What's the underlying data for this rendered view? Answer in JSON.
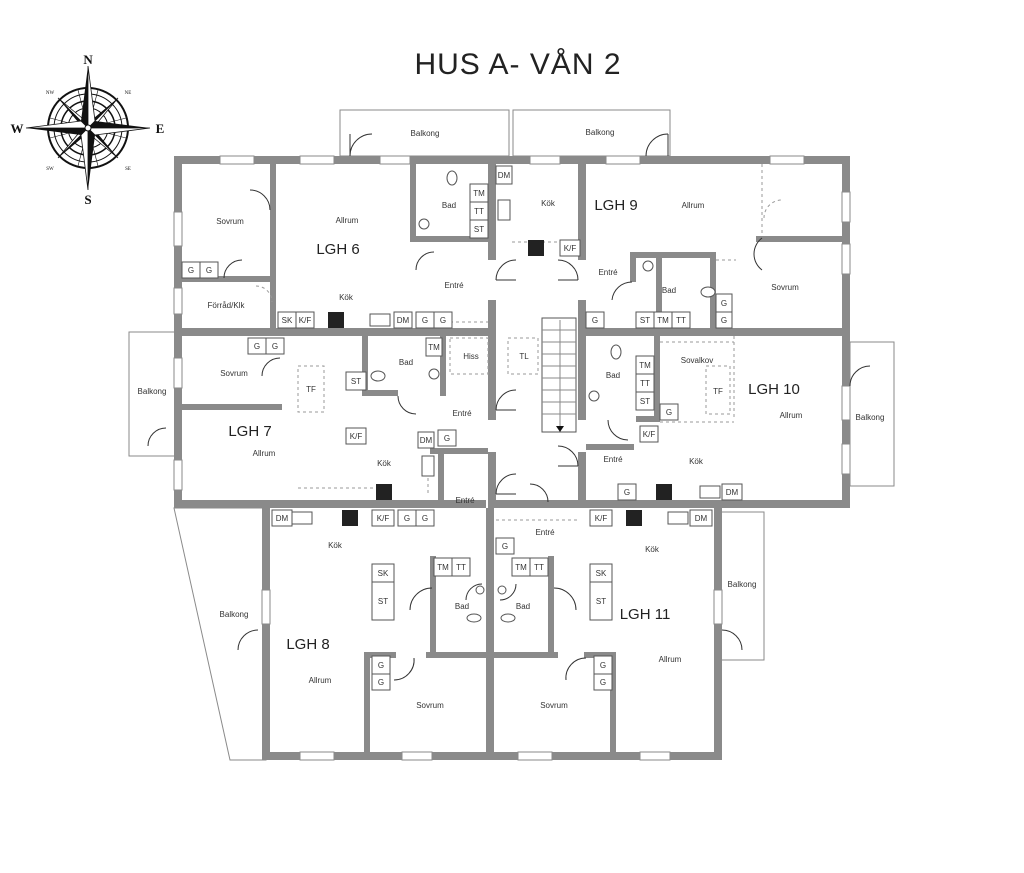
{
  "title": "HUS A- VÅN 2",
  "compass": {
    "n": "N",
    "s": "S",
    "e": "E",
    "w": "W",
    "nw": "NW",
    "ne": "NE",
    "sw": "SW",
    "se": "SE"
  },
  "apartments": {
    "lgh6": "LGH 6",
    "lgh7": "LGH 7",
    "lgh8": "LGH 8",
    "lgh9": "LGH 9",
    "lgh10": "LGH 10",
    "lgh11": "LGH 11"
  },
  "rooms": {
    "balkong": "Balkong",
    "sovrum": "Sovrum",
    "allrum": "Allrum",
    "kok": "Kök",
    "bad": "Bad",
    "entre": "Entré",
    "forrad": "Förråd/Klk",
    "sovalkov": "Sovalkov",
    "hiss": "Hiss",
    "tl": "TL"
  },
  "fixtures": {
    "g": "G",
    "sk": "SK",
    "kf": "K/F",
    "dm": "DM",
    "tm": "TM",
    "tt": "TT",
    "st": "ST",
    "tf": "TF"
  }
}
